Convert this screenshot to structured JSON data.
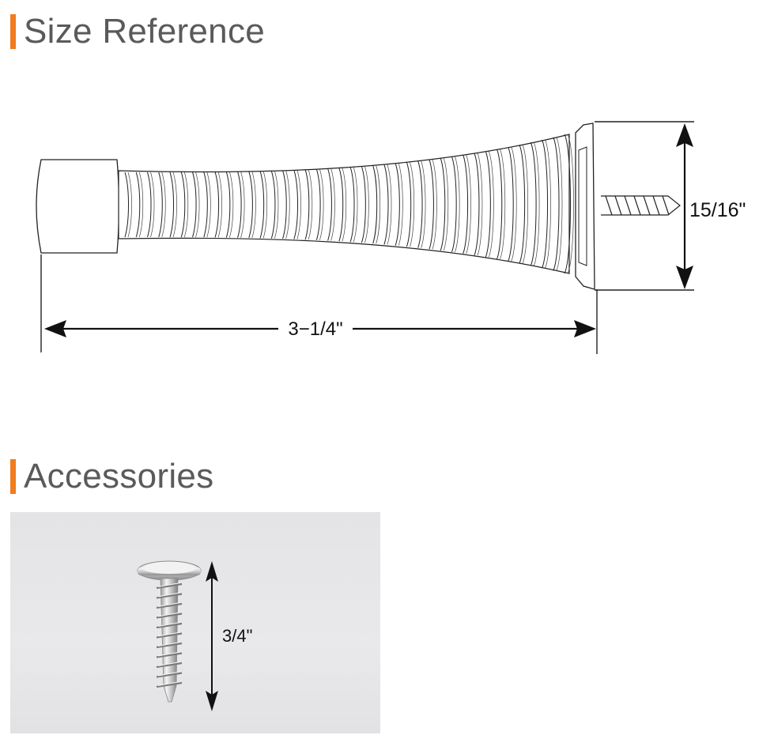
{
  "sections": {
    "size_reference": {
      "title": "Size Reference"
    },
    "accessories": {
      "title": "Accessories"
    }
  },
  "dimensions": {
    "length_label": "3−1/4\"",
    "height_label": "15/16\"",
    "screw_length_label": "3/4\""
  },
  "colors": {
    "accent": "#f07d1e",
    "title_text": "#5a5a5a",
    "photo_background": "#e6e6e8"
  }
}
